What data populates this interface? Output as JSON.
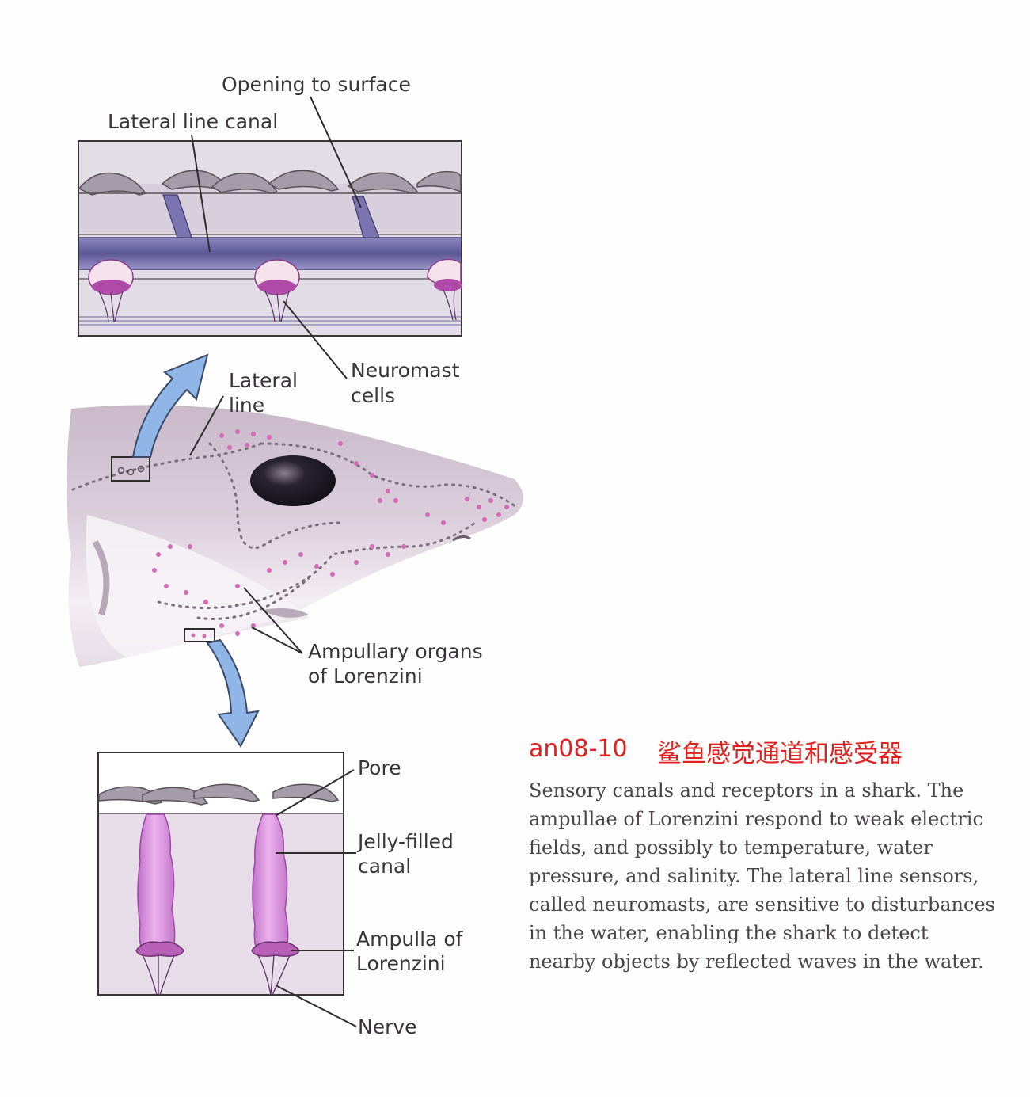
{
  "labels": {
    "opening": "Opening to surface",
    "canal": "Lateral line canal",
    "neuromast_1": "Neuromast",
    "neuromast_2": "cells",
    "lateral_1": "Lateral",
    "lateral_2": "line",
    "ampullary_1": "Ampullary organs",
    "ampullary_2": "of Lorenzini",
    "pore": "Pore",
    "jelly_1": "Jelly-filled",
    "jelly_2": "canal",
    "ampulla_1": "Ampulla of",
    "ampulla_2": "Lorenzini",
    "nerve": "Nerve"
  },
  "caption": {
    "id": "an08-10",
    "title_cn": "鲨鱼感觉通道和感受器",
    "text": "Sensory canals and receptors in a shark. The ampullae of Lorenzini respond to weak electric fields, and possibly to temperature, water pressure, and salinity. The lateral line sensors, called neuromasts, are sensitive to disturbances in the water, enabling the shark to detect nearby objects by reflected waves in the water."
  },
  "colors": {
    "caption_title": "#e1211f",
    "canal_fill": "#6e6aa6",
    "tissue": "#d9d0df",
    "jelly": "#d68ed6",
    "arrow": "#8fb6e6",
    "dots_pink": "#d36cb6"
  }
}
